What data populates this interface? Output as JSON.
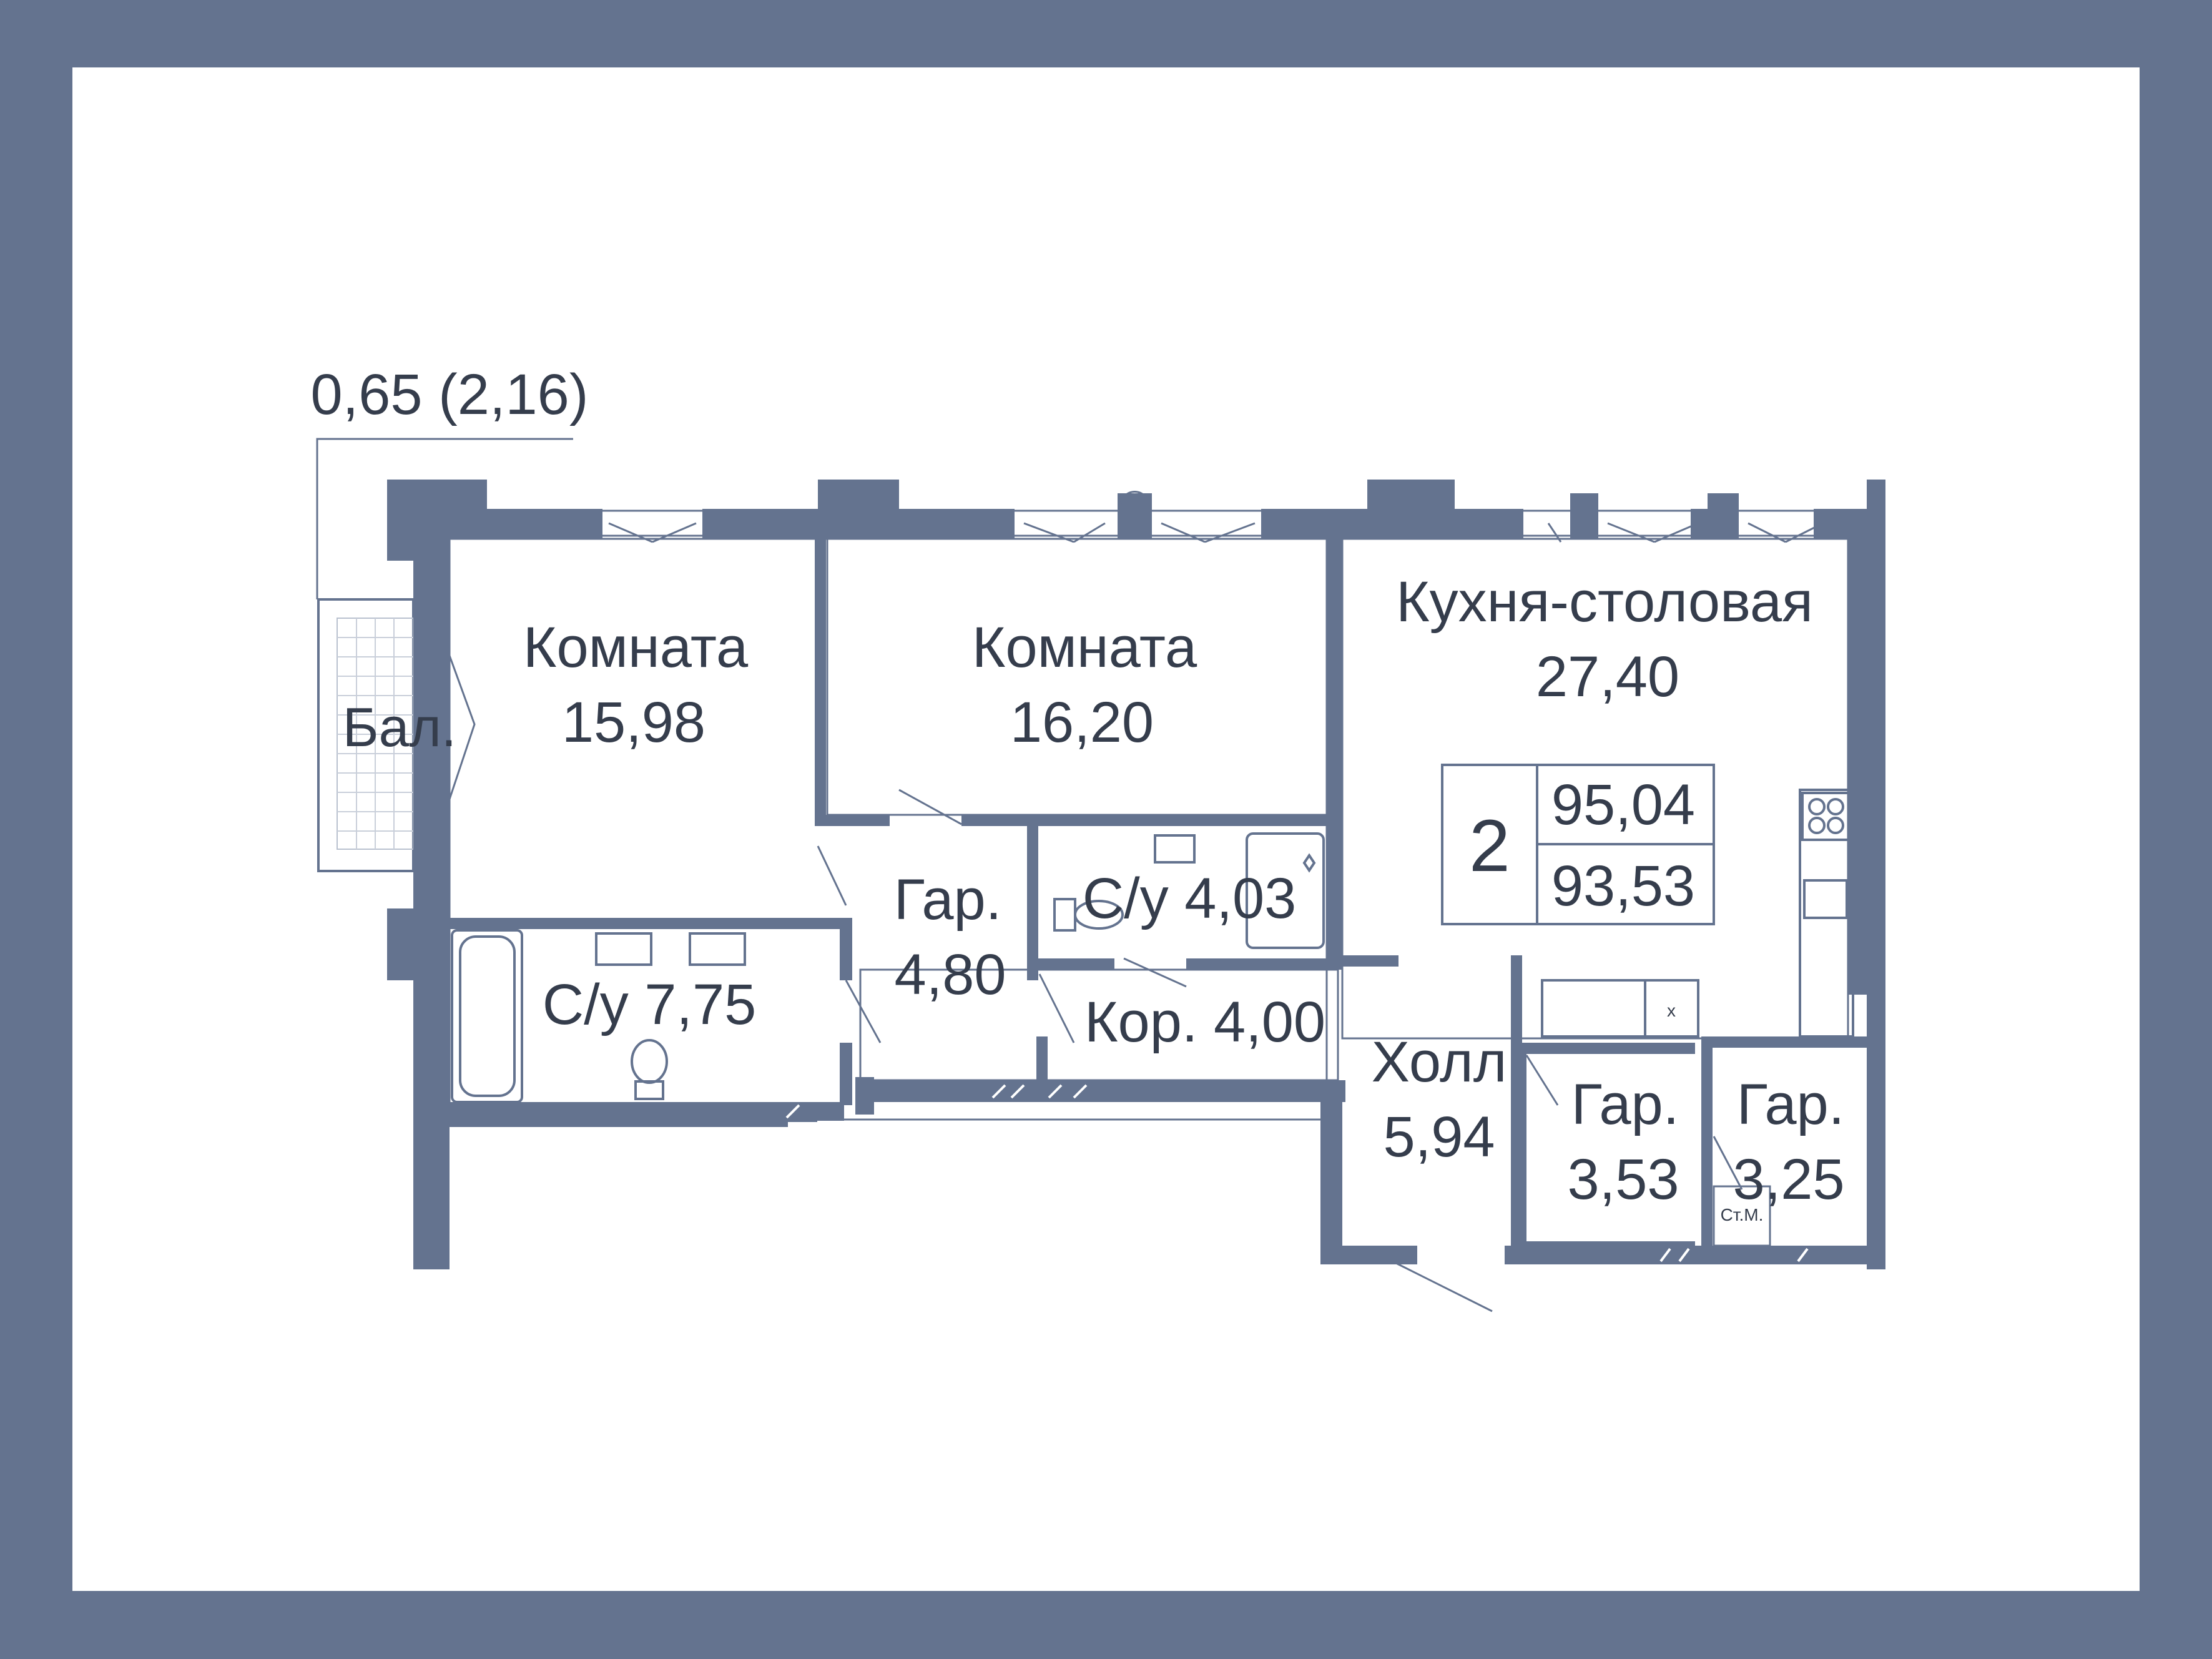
{
  "colors": {
    "frame": "#64738f",
    "sheet": "#ffffff",
    "wall": "#64738f",
    "text": "#353d4c"
  },
  "balcony_area": "0,65 (2,16)",
  "rooms": [
    {
      "id": "room1",
      "name": "Комната",
      "area": "15,98"
    },
    {
      "id": "room2",
      "name": "Комната",
      "area": "16,20"
    },
    {
      "id": "kitchen",
      "name": "Кухня-столовая",
      "area": "27,40"
    },
    {
      "id": "balcony",
      "name": "Бал."
    },
    {
      "id": "bath-large",
      "name": "С/у 7,75"
    },
    {
      "id": "bath-small",
      "name": "С/у 4,03"
    },
    {
      "id": "wardrobe1",
      "name": "Гар.",
      "area": "4,80"
    },
    {
      "id": "corridor",
      "name": "Кор. 4,00"
    },
    {
      "id": "hall",
      "name": "Холл",
      "area": "5,94"
    },
    {
      "id": "wardrobe2",
      "name": "Гар.",
      "area": "3,53"
    },
    {
      "id": "wardrobe3",
      "name": "Гар.",
      "area": "3,25"
    }
  ],
  "summary": {
    "rooms_count": "2",
    "total_area": "95,04",
    "living_area": "93,53"
  },
  "fixtures": {
    "washer_label": "Ст.М.",
    "cabinet_mark": "x"
  }
}
